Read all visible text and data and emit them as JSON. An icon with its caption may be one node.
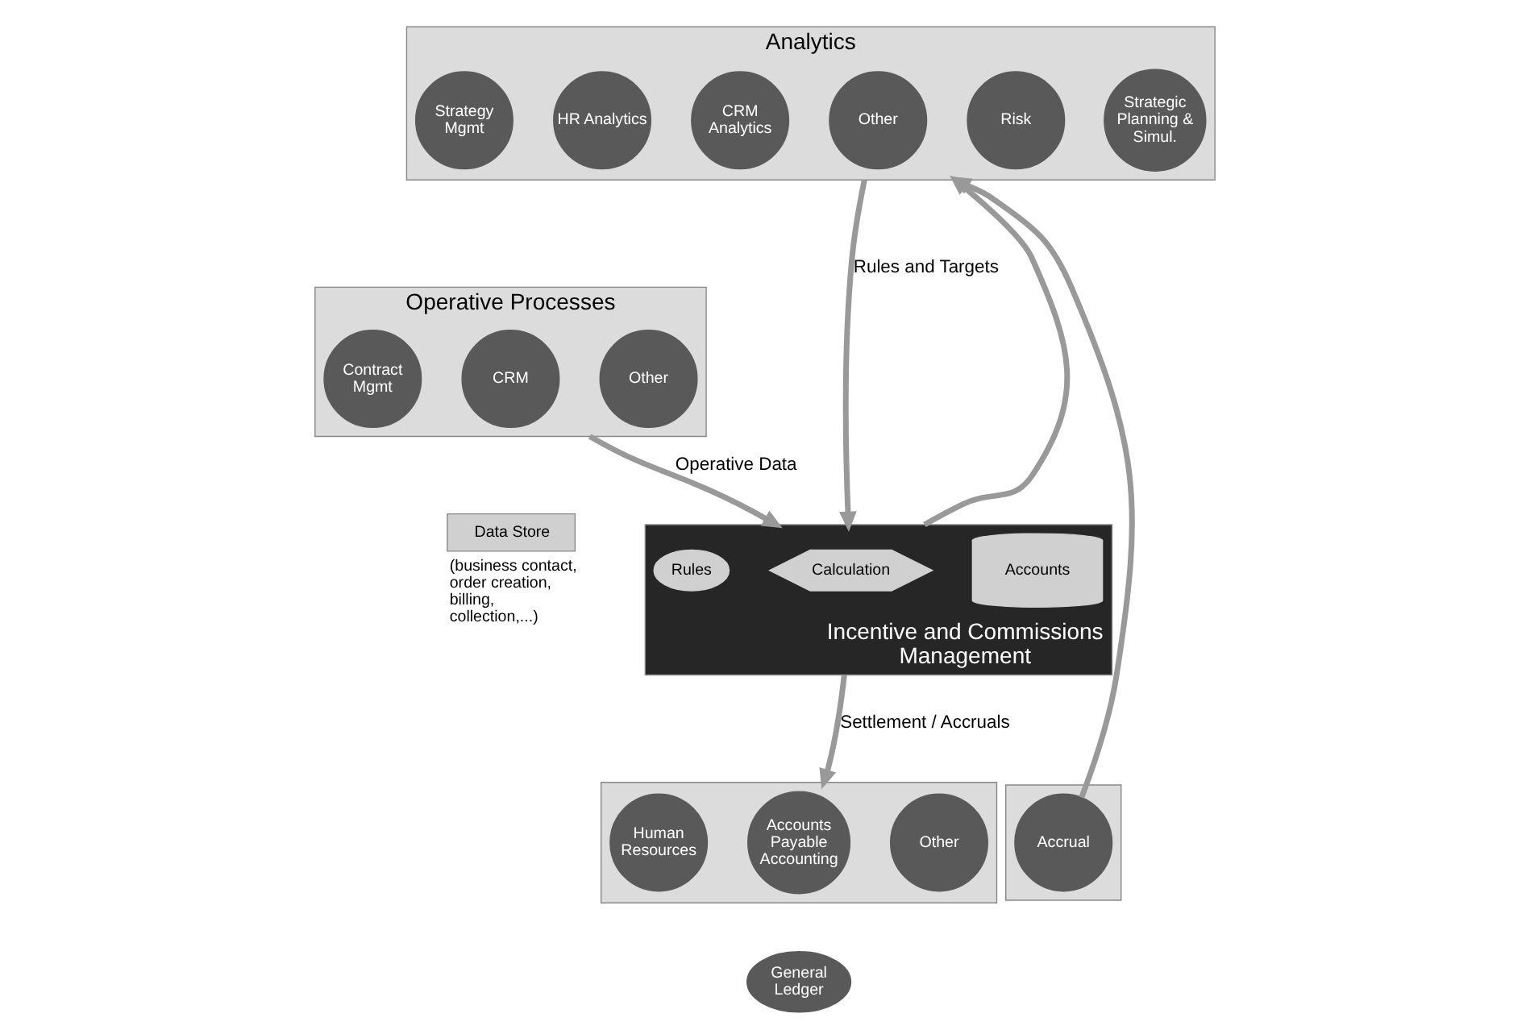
{
  "diagram": {
    "nodes": [
      {
        "text": [
          "Analytics"
        ]
      },
      {
        "text": [
          "Strategy Mgmt"
        ],
        "in": 0
      },
      {
        "text": [
          "HR Analytics"
        ],
        "in": 0
      },
      {
        "text": [
          "CRM Analytics"
        ],
        "in": 0
      },
      {
        "text": [
          "Other"
        ],
        "in": 0
      },
      {
        "text": [
          "Risk"
        ],
        "in": 0
      },
      {
        "text": [
          "Strategic Planning & Simul."
        ],
        "in": 0
      },
      {
        "text": [
          "Operative Processes"
        ]
      },
      {
        "text": [
          "Contract Mgmt"
        ],
        "in": 7
      },
      {
        "text": [
          "CRM"
        ],
        "in": 7
      },
      {
        "text": [
          "Other"
        ],
        "in": 7
      },
      {
        "text": [
          "Incentive and Commissions Management"
        ]
      },
      {
        "text": [
          "Rules"
        ],
        "in": 11
      },
      {
        "text": [
          "Calculation"
        ],
        "in": 11
      },
      {
        "text": [
          "Accounts"
        ],
        "in": 11
      },
      {
        "text": [
          "Data Store"
        ],
        "beside": [
          "(business contact, order creation, billing, collection,...)"
        ]
      },
      {
        "text": [],
        "shape": "box"
      },
      {
        "text": [
          "Human Resources"
        ],
        "in": 16
      },
      {
        "text": [
          "Accounts Payable Accounting"
        ],
        "in": 16
      },
      {
        "text": [
          "Other"
        ],
        "in": 16
      },
      {
        "text": [],
        "shape": "box"
      },
      {
        "text": [
          "Accrual"
        ],
        "in": 20
      },
      {
        "text": [
          "General Ledger"
        ]
      }
    ],
    "edges": [
      {
        "from": 7,
        "to": 11,
        "arrow": "to",
        "label": "Operative Data"
      },
      {
        "from": 0,
        "to": 11,
        "arrow": "to",
        "label": "Rules and Targets"
      },
      {
        "from": 11,
        "to": 16,
        "arrow": "to",
        "label": "Settlement / Accruals"
      },
      {
        "from": 11,
        "to": 0,
        "arrow": "to"
      },
      {
        "from": 21,
        "to": 0,
        "arrow": "to"
      }
    ]
  }
}
